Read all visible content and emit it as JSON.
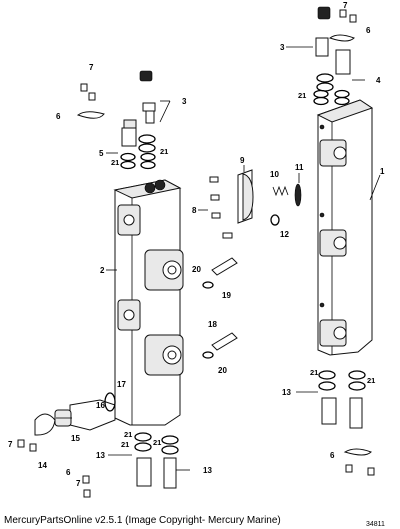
{
  "callouts": {
    "c1": "1",
    "c2": "2",
    "c3a": "3",
    "c3b": "3",
    "c4": "4",
    "c5": "5",
    "c6a": "6",
    "c6b": "6",
    "c6c": "6",
    "c6d": "6",
    "c7a": "7",
    "c7b": "7",
    "c7c": "7",
    "c7d": "7",
    "c8": "8",
    "c9": "9",
    "c10": "10",
    "c11": "11",
    "c12": "12",
    "c13a": "13",
    "c13b": "13",
    "c13c": "13",
    "c14": "14",
    "c15": "15",
    "c16": "16",
    "c17": "17",
    "c18": "18",
    "c19": "19",
    "c20a": "20",
    "c20b": "20",
    "c21a": "21",
    "c21b": "21",
    "c21c": "21",
    "c21d": "21",
    "c21e": "21",
    "c21f": "21",
    "c21g": "21",
    "c21h": "21"
  },
  "footer": "MercuryPartsOnline v2.5.1 (Image Copyright- Mercury Marine)",
  "figure_number": "34811"
}
